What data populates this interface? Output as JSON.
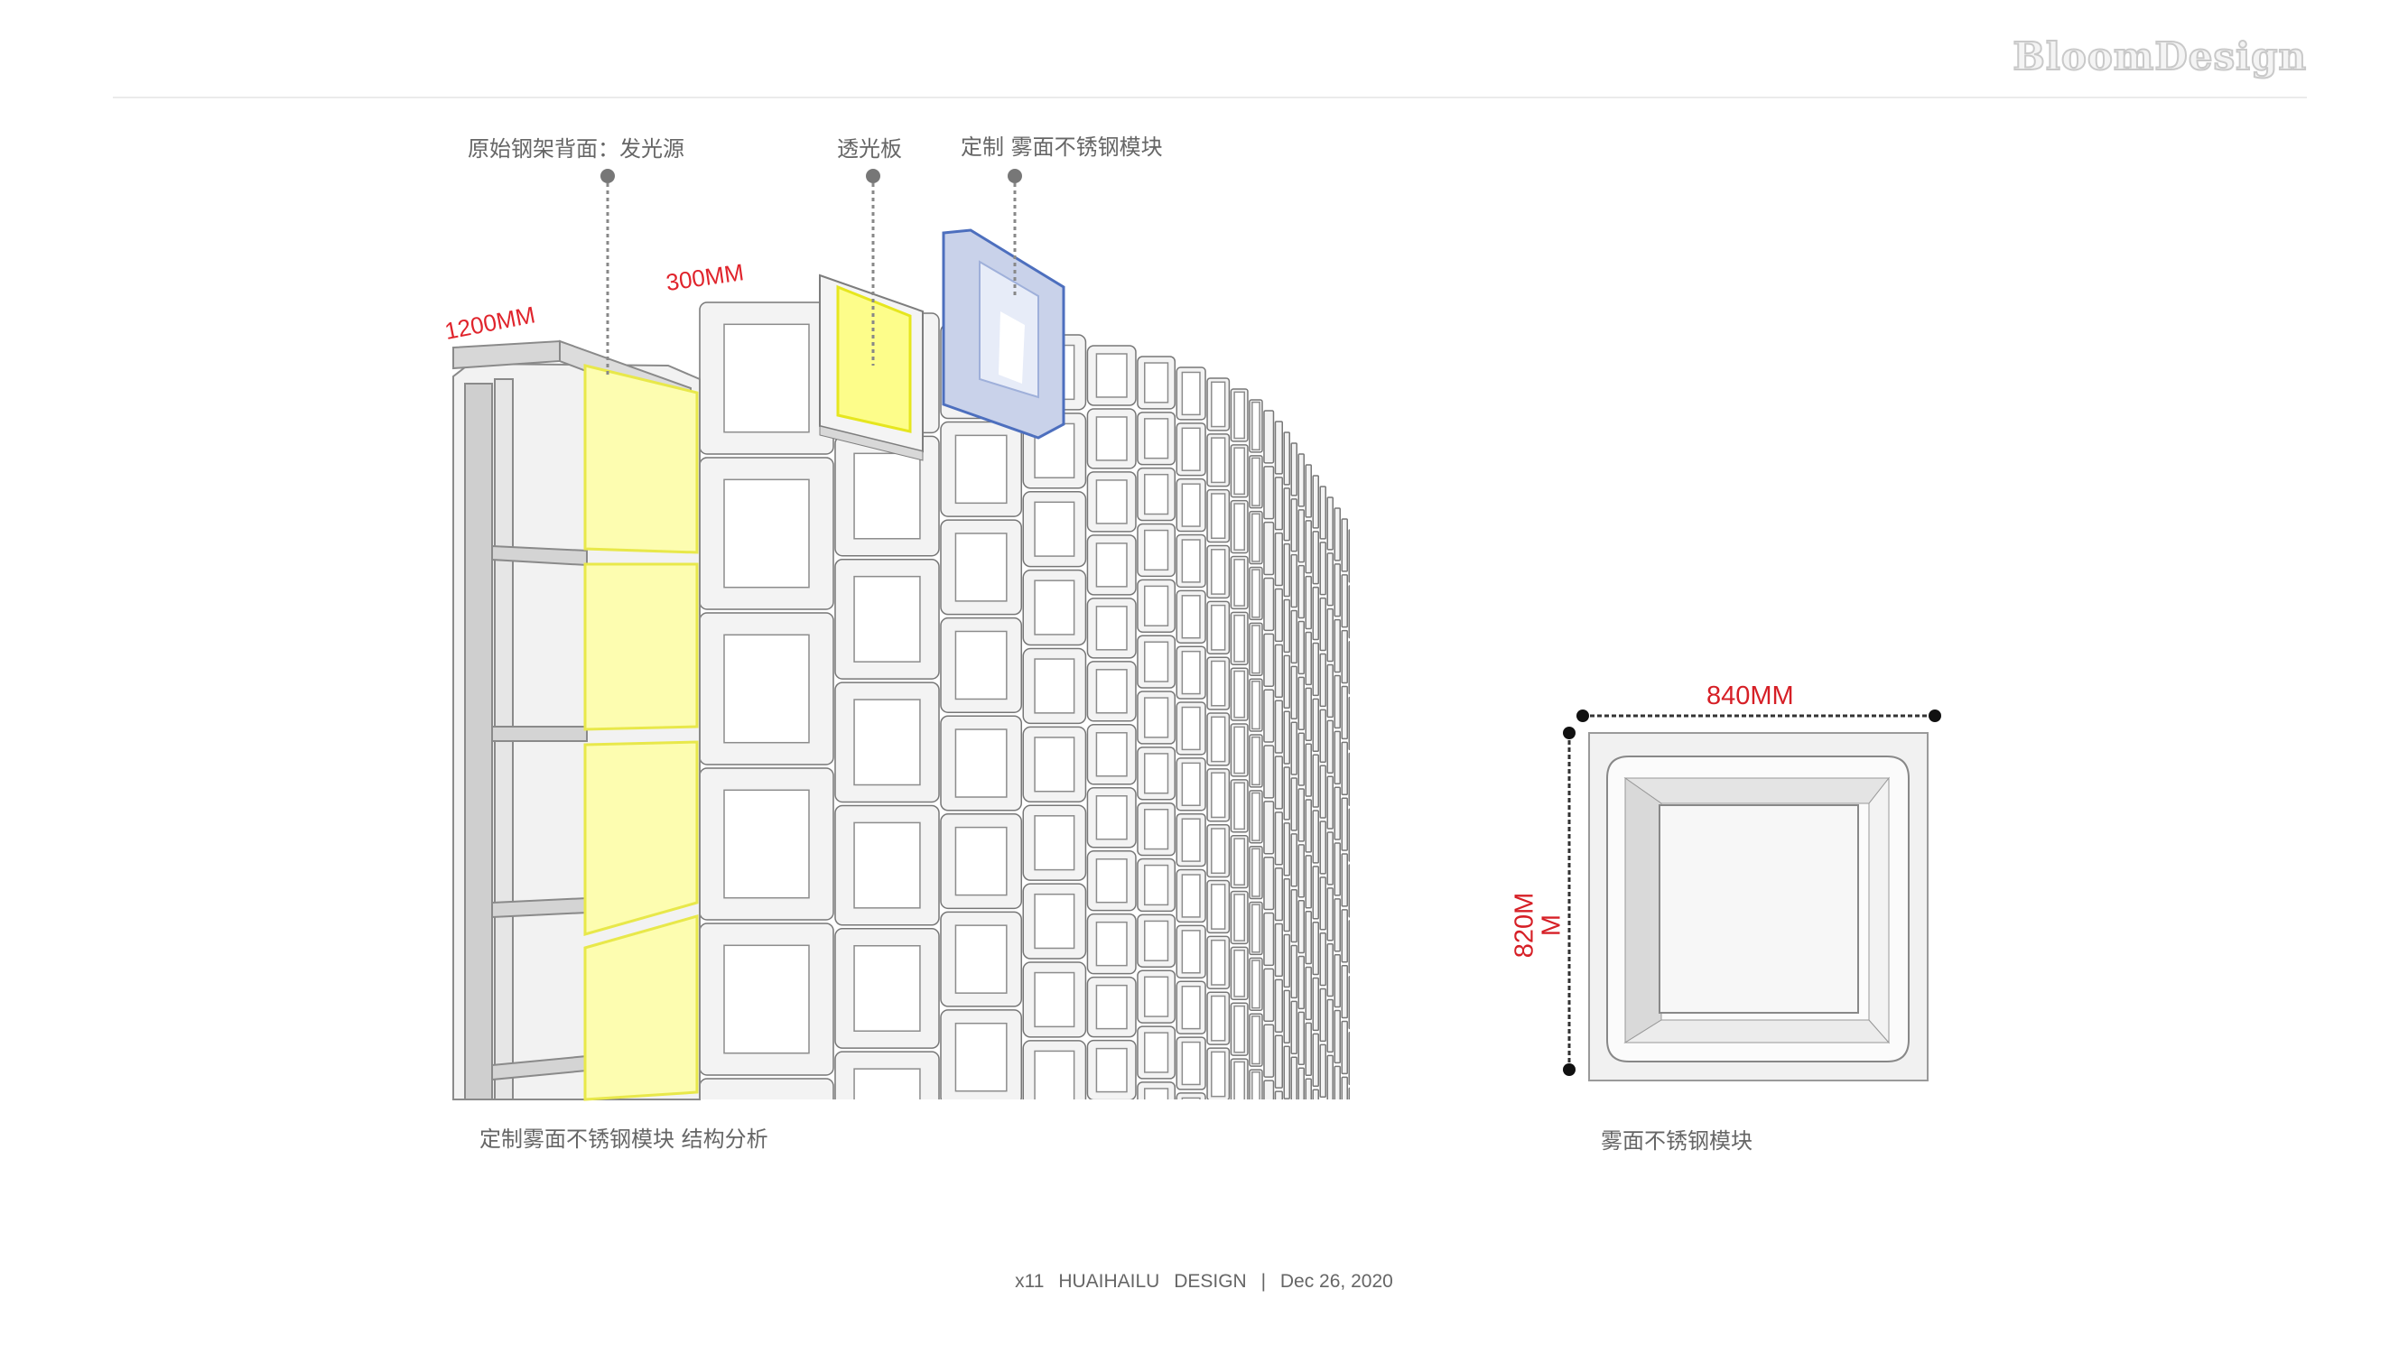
{
  "brand": "BloomDesign",
  "callouts": {
    "frame_back": "原始钢架背面：发光源",
    "panel": "透光板",
    "module": "定制 雾面不锈钢模块"
  },
  "dimensions": {
    "frame_width": "1200MM",
    "module_size": "300MM",
    "module_width": "840MM",
    "module_height_line1": "820M",
    "module_height_line2": "M"
  },
  "captions": {
    "left": "定制雾面不锈钢模块 结构分析",
    "right": "雾面不锈钢模块"
  },
  "footer": {
    "page": "x11",
    "project": "HUAIHAILU",
    "design": "DESIGN",
    "separator": "|",
    "date": "Dec 26, 2020"
  },
  "colors": {
    "accent_red": "#e0242c",
    "light_panel": "#fdfdb0",
    "panel_edge": "#e8e84a",
    "module_blue": "#5577bb"
  }
}
